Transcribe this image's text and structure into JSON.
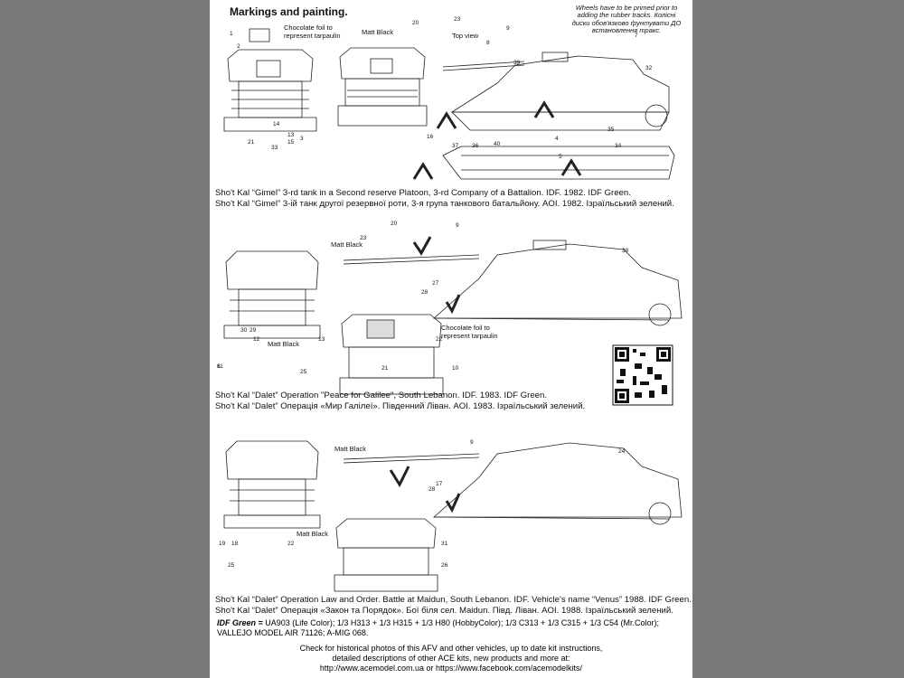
{
  "header": {
    "title": "Markings and painting.",
    "note": "Wheels have to be primed prior to adding the rubber tracks. Колісні диски обов'язково ґрунтувати ДО встановлення тракс."
  },
  "labels": {
    "chocolate_foil": "Chocolate foil to represent tarpaulin",
    "matt_black": "Matt Black",
    "top_view": "Top view"
  },
  "panel1": {
    "numbers": [
      "1",
      "2",
      "3",
      "4",
      "5",
      "7",
      "8",
      "9",
      "13",
      "14",
      "15",
      "16",
      "20",
      "21",
      "23",
      "32",
      "33",
      "34",
      "35",
      "36",
      "37",
      "39",
      "40"
    ],
    "caption_en": "Sho't Kal “Gimel” 3-rd tank in a Second reserve Platoon, 3-rd Company of a Battalion. IDF. 1982. IDF Green.",
    "caption_ua": "Sho't Kal “Gimel” 3-ій танк другої резервної роти, 3-я група танкового батальйону. AOI. 1982. Ізраїльський зелений."
  },
  "panel2": {
    "numbers": [
      "6",
      "9",
      "10",
      "11",
      "12",
      "13",
      "20",
      "21",
      "22",
      "23",
      "25",
      "27",
      "28",
      "29",
      "30",
      "38"
    ],
    "caption_en": "Sho't Kal “Dalet” Operation \"Peace for Galilee\", South Lebanon. IDF. 1983. IDF Green.",
    "caption_ua": "Sho't Kal “Dalet” Операція «Мир Галілеї». Південний Ліван. AOI. 1983. Ізраїльський зелений."
  },
  "panel3": {
    "numbers": [
      "9",
      "17",
      "18",
      "19",
      "22",
      "24",
      "25",
      "26",
      "28",
      "31"
    ],
    "caption_en": "Sho't Kal “Dalet” Operation Law and Order. Battle at Maidun, South Lebanon. IDF. Vehicle's name “Venus” 1988. IDF Green.",
    "caption_ua": "Sho't Kal “Dalet” Операція «Закон та Порядок». Бої біля сел. Maidun. Півд. Ліван. AOI. 1988. Ізраїльський зелений."
  },
  "paint": {
    "label": "IDF Green =",
    "line1": "UA903 (Life Color); 1/3 H313 + 1/3 H315 + 1/3 H80 (HobbyColor); 1/3 C313 + 1/3 C315 + 1/3 C54 (Mr.Color);",
    "line2": "VALLEJO MODEL AIR 71126; A-MIG 068."
  },
  "footer": {
    "line1": "Check for historical photos of this AFV and other vehicles, up to date kit instructions,",
    "line2": "detailed descriptions of other ACE kits, new products and more at:",
    "links": "http://www.acemodel.com.ua or https://www.facebook.com/acemodelkits/"
  }
}
